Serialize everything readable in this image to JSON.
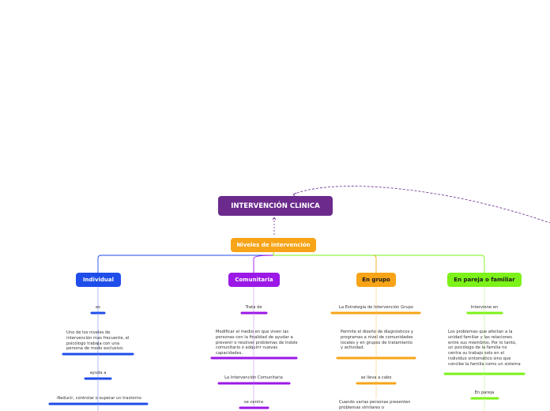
{
  "root": {
    "title": "INTERVENCIÓN CLINICA"
  },
  "level": {
    "title": "Niveles de intervención"
  },
  "branches": [
    {
      "title": "Individual",
      "color": "#1f4dea"
    },
    {
      "title": "Comunitaria",
      "color": "#9b18e6"
    },
    {
      "title": "En grupo",
      "color": "#f7a418"
    },
    {
      "title": "En pareja o familiar",
      "color": "#7cf218"
    }
  ],
  "individual": {
    "es": "es",
    "definition": "Uno de los niveles de intervención mas frecuente, el psicólogo trabaja con una persona de modo exclusivo.",
    "ayuda": "ayuda a",
    "reducir": "-Reducir, controlar o superar un trastorno"
  },
  "comunitaria": {
    "trata": "Trata de",
    "definition": "Modificar el medio en que viven las personas con la finalidad de ayudar a prevenir o resolver problemas de índole comunitario o adquirir nuevas capacidades.",
    "intervencion": "La Intervención Comunitaria",
    "centra": "se centra"
  },
  "grupo": {
    "estrategia": "La Estrategia de Intervención Grupo",
    "definition": "Permite el diseño de diagnósticos y programas a nivel de comunidades locales y en grupos de tratamiento y actividad.",
    "lleva": "se lleva a cabo",
    "cuando": "Cuando varias personas presenten problemas similares o"
  },
  "familia": {
    "interviene": "Interviene en",
    "definition": "Los problemas que afectan a la unidad familiar y las relaciones entre sus miembros. Por lo tanto, un psicólogo de la familia no centra su trabajo solo en el individuo sintomático sino que concibe la familia como un sistema",
    "pareja": "En pareja"
  }
}
